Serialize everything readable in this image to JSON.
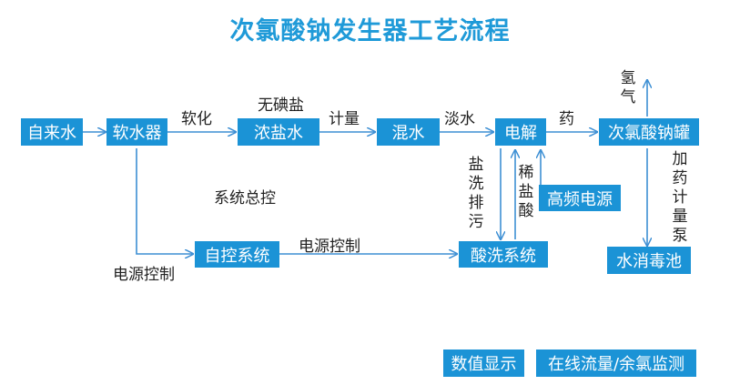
{
  "title": "次氯酸钠发生器工艺流程",
  "colors": {
    "box": "#1b93d6",
    "title": "#1f9ad8",
    "arrow": "#3d8fd4"
  },
  "boxes": {
    "tap_water": "自来水",
    "softener": "软水器",
    "brine": "浓盐水",
    "mixed_water": "混水",
    "electrolysis": "电解",
    "tank": "次氯酸钠罐",
    "hf_power": "高频电源",
    "auto_control": "自控系统",
    "acid_wash": "酸洗系统",
    "pool": "水消毒池",
    "display": "数值显示",
    "monitor": "在线流量/余氯监测"
  },
  "labels": {
    "soften": "软化",
    "salt_free": "无碘盐",
    "metering": "计量",
    "fresh_water": "淡水",
    "medicine": "药",
    "hydrogen": "氢气",
    "system_control": "系统总控",
    "power_control_left": "电源控制",
    "power_control_mid": "电源控制",
    "salt_wash_drain": "盐洗排污",
    "dilute_acid": "稀盐酸",
    "dosing_pump": "加药计量泵"
  }
}
